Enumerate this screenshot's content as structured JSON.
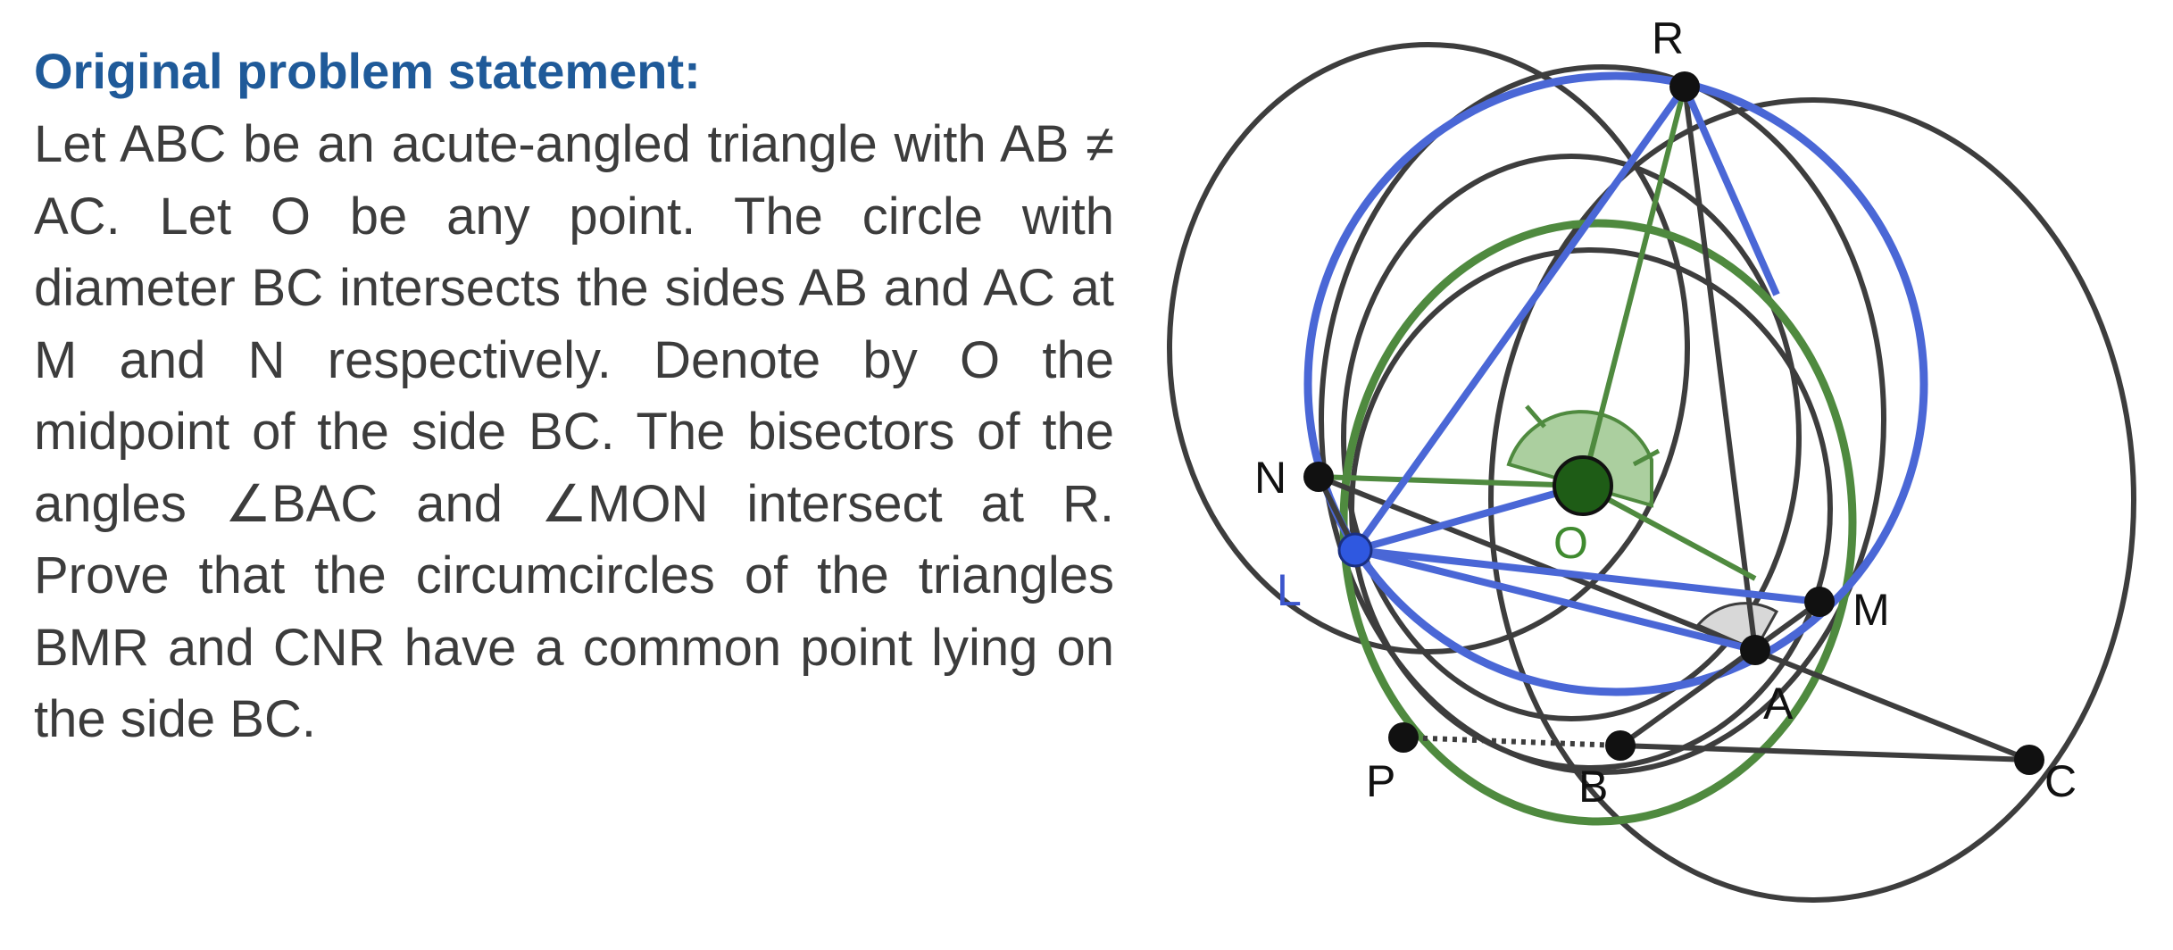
{
  "heading": "Original problem statement:",
  "paragraph": "Let ABC be an acute-angled triangle with AB ≠ AC. Let O be any point. The circle with diameter BC intersects the sides AB and AC at M and N respectively. Denote by O the midpoint of the side BC. The bisectors of the angles ∠BAC and ∠MON intersect at R. Prove that the circumcircles of the triangles BMR and CNR have a common point lying on the side BC.",
  "points": {
    "R": "R",
    "N": "N",
    "L": "L",
    "O": "O",
    "M": "M",
    "A": "A",
    "P": "P",
    "B": "B",
    "C": "C"
  },
  "colors": {
    "heading": "#1f5a99",
    "text": "#3c3c3c",
    "black_lines": "#3d3d3d",
    "blue": "#4a67d6",
    "green": "#4f8a3f",
    "green_fill": "#8fbf7f",
    "dark_green_point": "#1e5c16"
  }
}
